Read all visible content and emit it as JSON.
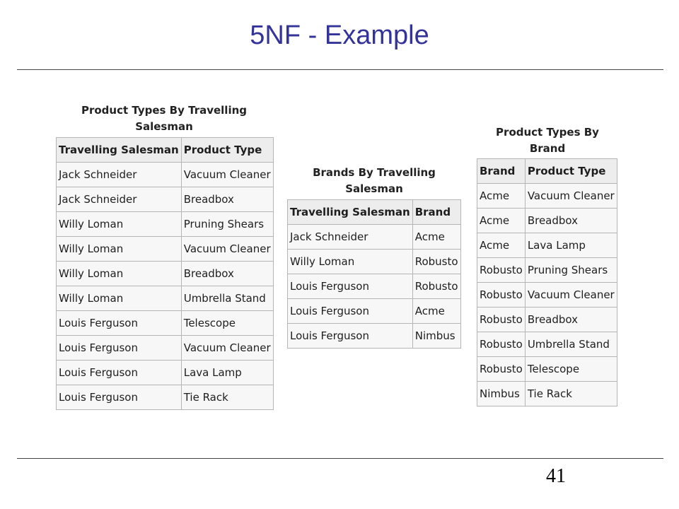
{
  "slide": {
    "title": "5NF - Example",
    "page_number": "41"
  },
  "tables": {
    "salesman_product": {
      "caption": "Product Types By Travelling Salesman",
      "headers": [
        "Travelling Salesman",
        "Product Type"
      ],
      "rows": [
        [
          "Jack Schneider",
          "Vacuum Cleaner"
        ],
        [
          "Jack Schneider",
          "Breadbox"
        ],
        [
          "Willy Loman",
          "Pruning Shears"
        ],
        [
          "Willy Loman",
          "Vacuum Cleaner"
        ],
        [
          "Willy Loman",
          "Breadbox"
        ],
        [
          "Willy Loman",
          "Umbrella Stand"
        ],
        [
          "Louis Ferguson",
          "Telescope"
        ],
        [
          "Louis Ferguson",
          "Vacuum Cleaner"
        ],
        [
          "Louis Ferguson",
          "Lava Lamp"
        ],
        [
          "Louis Ferguson",
          "Tie Rack"
        ]
      ]
    },
    "salesman_brand": {
      "caption": "Brands By Travelling Salesman",
      "headers": [
        "Travelling Salesman",
        "Brand"
      ],
      "rows": [
        [
          "Jack Schneider",
          "Acme"
        ],
        [
          "Willy Loman",
          "Robusto"
        ],
        [
          "Louis Ferguson",
          "Robusto"
        ],
        [
          "Louis Ferguson",
          "Acme"
        ],
        [
          "Louis Ferguson",
          "Nimbus"
        ]
      ]
    },
    "brand_product": {
      "caption": "Product Types By Brand",
      "headers": [
        "Brand",
        "Product Type"
      ],
      "rows": [
        [
          "Acme",
          "Vacuum Cleaner"
        ],
        [
          "Acme",
          "Breadbox"
        ],
        [
          "Acme",
          "Lava Lamp"
        ],
        [
          "Robusto",
          "Pruning Shears"
        ],
        [
          "Robusto",
          "Vacuum Cleaner"
        ],
        [
          "Robusto",
          "Breadbox"
        ],
        [
          "Robusto",
          "Umbrella Stand"
        ],
        [
          "Robusto",
          "Telescope"
        ],
        [
          "Nimbus",
          "Tie Rack"
        ]
      ]
    }
  },
  "colors": {
    "title": "#333399",
    "table_border": "#b5b5b5",
    "table_background": "#f7f7f7"
  }
}
